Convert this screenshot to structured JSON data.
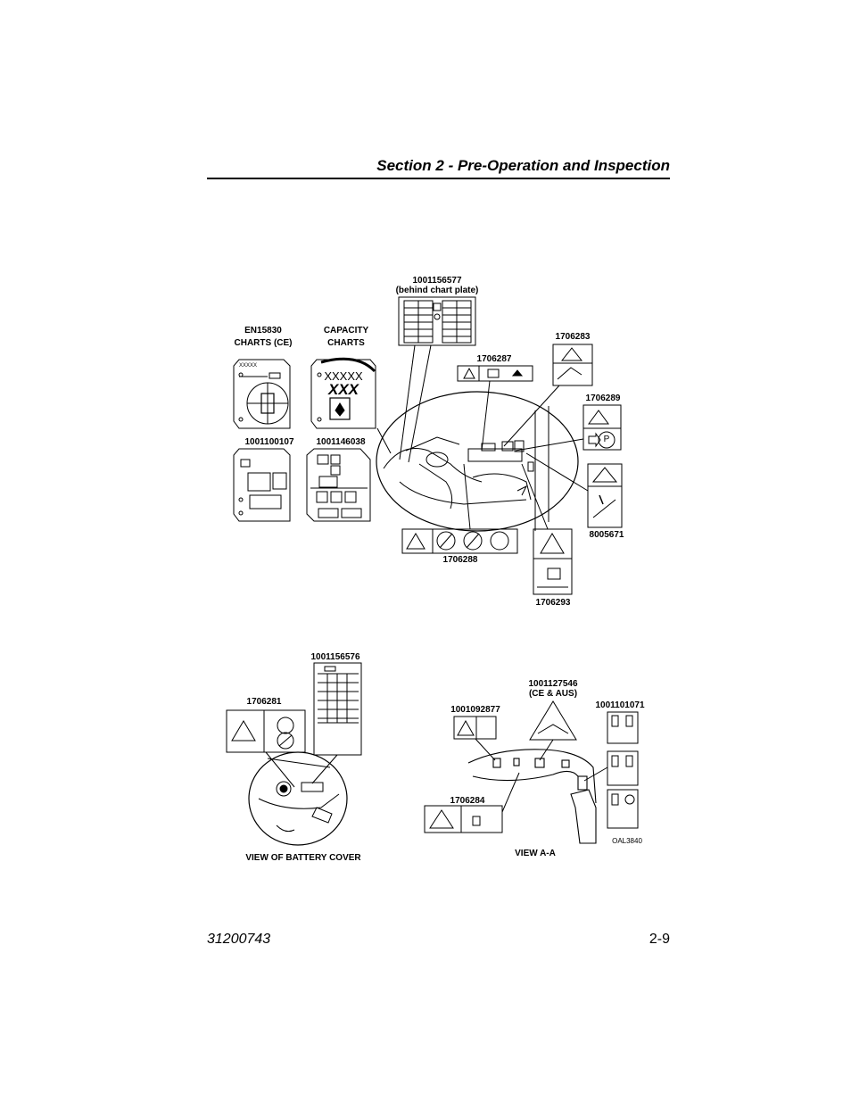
{
  "header": {
    "section_title": "Section 2 - Pre-Operation and Inspection"
  },
  "labels": {
    "l1001156577": "1001156577",
    "behind_chart_plate": "(behind chart plate)",
    "en15830_line1": "EN15830",
    "en15830_line2": "CHARTS (CE)",
    "capacity_line1": "CAPACITY",
    "capacity_line2": "CHARTS",
    "l1706283": "1706283",
    "l1706287": "1706287",
    "l1706289": "1706289",
    "l1001100107": "1001100107",
    "l1001146038": "1001146038",
    "l8005671": "8005671",
    "l1706288": "1706288",
    "l1706293": "1706293",
    "l1001156576": "1001156576",
    "l1706281": "1706281",
    "l1001127546": "1001127546",
    "ce_aus": "(CE & AUS)",
    "l1001092877": "1001092877",
    "l1001101071": "1001101071",
    "l1706284": "1706284",
    "oal3840": "OAL3840",
    "view_battery": "VIEW OF BATTERY COVER",
    "view_aa": "VIEW A-A",
    "xxxxx_small": "XXXXX",
    "xxxxx_big": "XXXXX",
    "xxx": "XXX",
    "p_glyph": "P"
  },
  "footer": {
    "doc_number": "31200743",
    "page_number": "2-9"
  }
}
